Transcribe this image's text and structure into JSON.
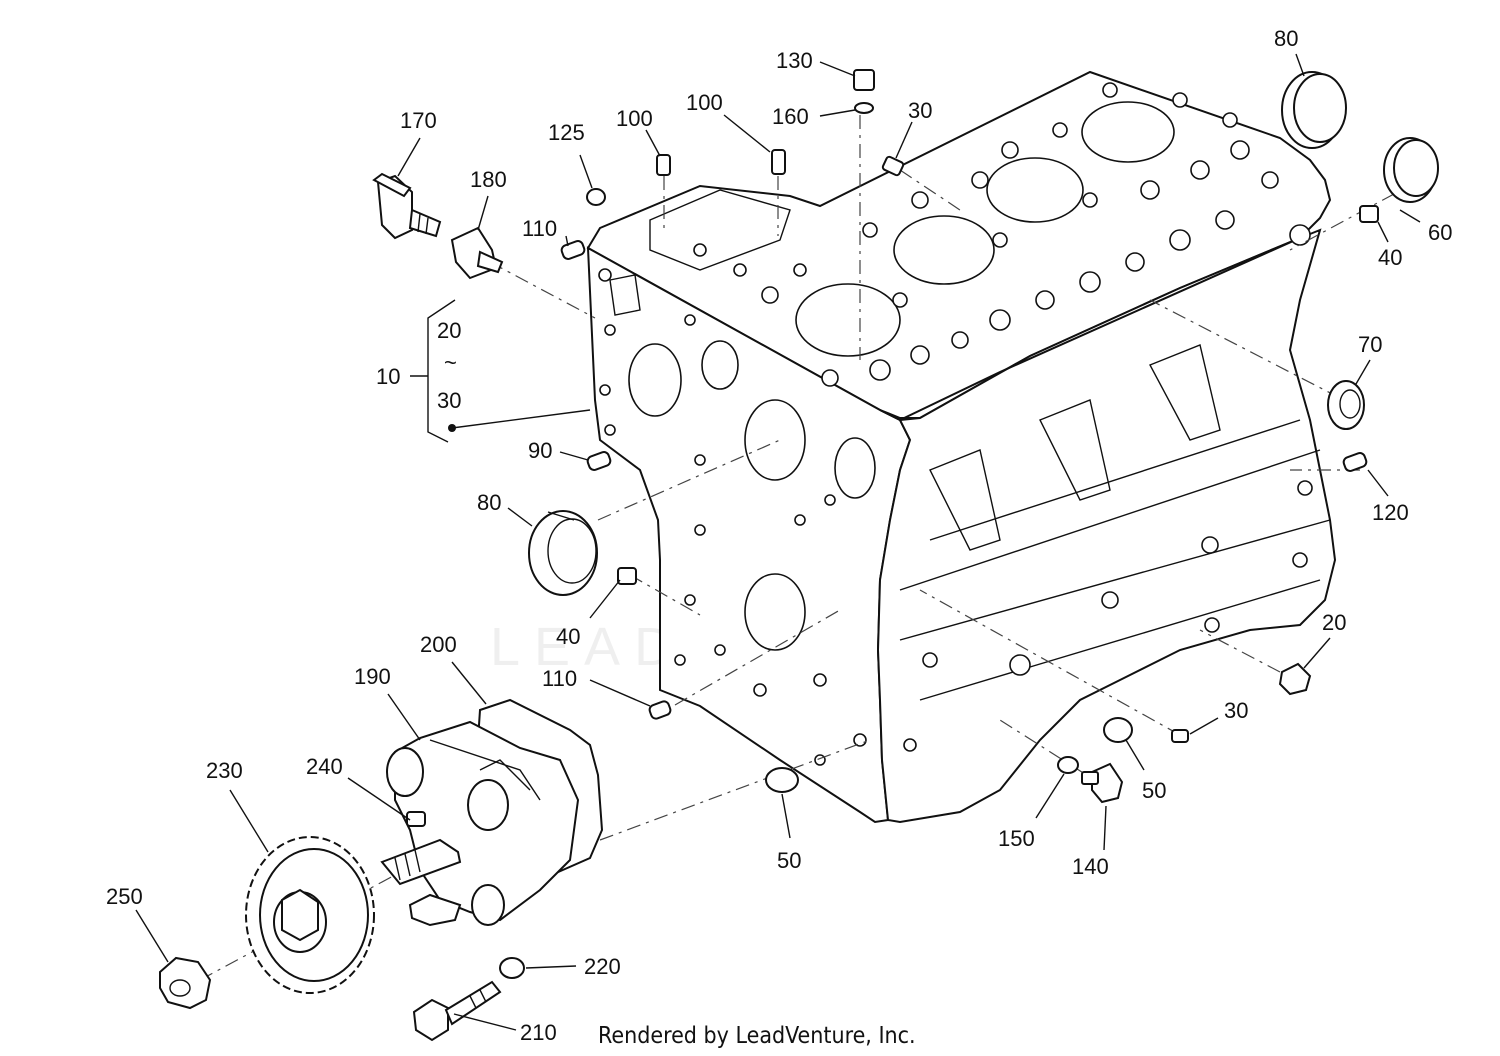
{
  "watermark": "LEADVENTURE",
  "footer": "Rendered by LeadVenture, Inc.",
  "callouts": {
    "c10": "10",
    "c20_top": "20",
    "tilde": "~",
    "c30_top": "30",
    "c20": "20",
    "c30a": "30",
    "c30b": "30",
    "c40a": "40",
    "c40b": "40",
    "c50a": "50",
    "c50b": "50",
    "c60": "60",
    "c70": "70",
    "c80a": "80",
    "c80b": "80",
    "c90": "90",
    "c100a": "100",
    "c100b": "100",
    "c110a": "110",
    "c110b": "110",
    "c120": "120",
    "c125": "125",
    "c130": "130",
    "c140": "140",
    "c150": "150",
    "c160": "160",
    "c170": "170",
    "c180": "180",
    "c190": "190",
    "c200": "200",
    "c210": "210",
    "c220": "220",
    "c230": "230",
    "c240": "240",
    "c250": "250"
  }
}
